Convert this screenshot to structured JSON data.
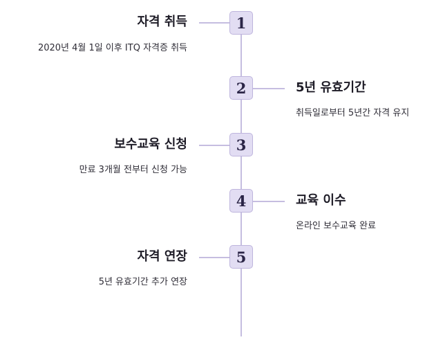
{
  "timeline": {
    "steps": [
      {
        "number": "1",
        "title": "자격 취득",
        "description": "2020년 4월 1일 이후 ITQ 자격증 취득",
        "side": "left"
      },
      {
        "number": "2",
        "title": "5년 유효기간",
        "description": "취득일로부터 5년간 자격 유지",
        "side": "right"
      },
      {
        "number": "3",
        "title": "보수교육 신청",
        "description": "만료 3개월 전부터 신청 가능",
        "side": "left"
      },
      {
        "number": "4",
        "title": "교육 이수",
        "description": "온라인 보수교육 완료",
        "side": "right"
      },
      {
        "number": "5",
        "title": "자격 연장",
        "description": "5년 유효기간 추가 연장",
        "side": "left"
      }
    ]
  },
  "colors": {
    "box_fill": "#e2ddf3",
    "box_border": "#beb5dd",
    "line": "#c5bde0",
    "title_text": "#1d1b26",
    "desc_text": "#2e2c36"
  }
}
